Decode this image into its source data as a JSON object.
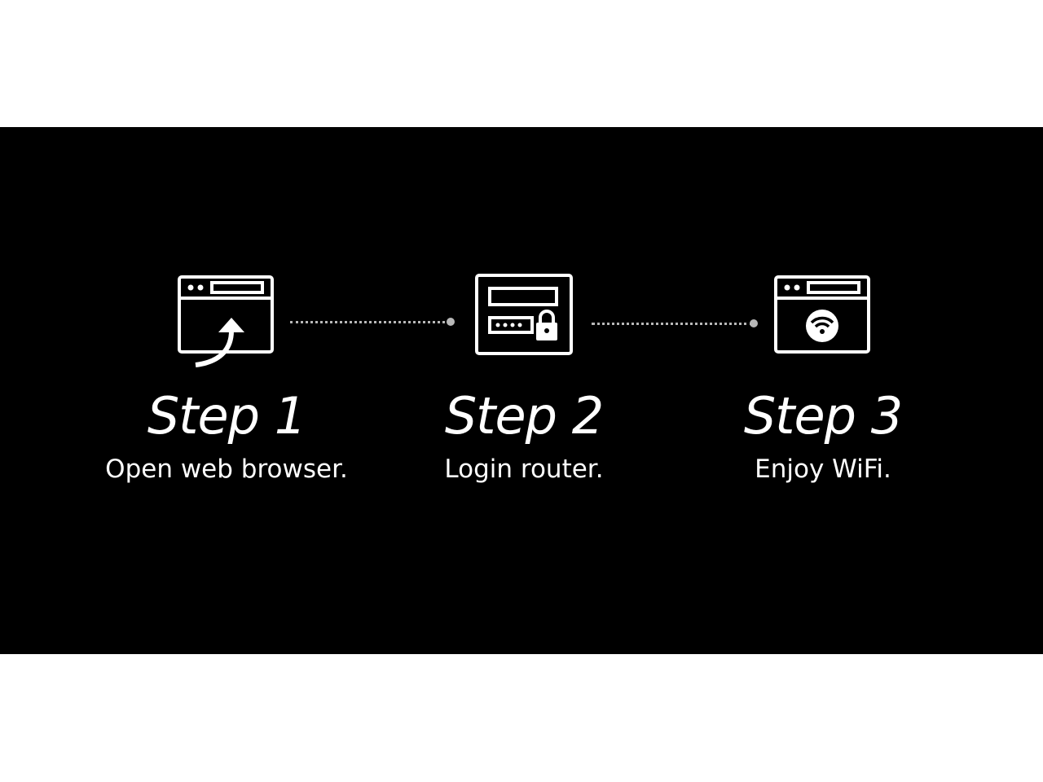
{
  "steps": [
    {
      "title": "Step 1",
      "description": "Open web browser.",
      "icon": "browser-upload-icon"
    },
    {
      "title": "Step 2",
      "description": "Login router.",
      "icon": "login-lock-icon"
    },
    {
      "title": "Step 3",
      "description": "Enjoy WiFi.",
      "icon": "browser-wifi-icon"
    }
  ],
  "colors": {
    "background": "#000000",
    "page": "#ffffff",
    "foreground": "#ffffff",
    "connector": "#b8b8b8"
  }
}
